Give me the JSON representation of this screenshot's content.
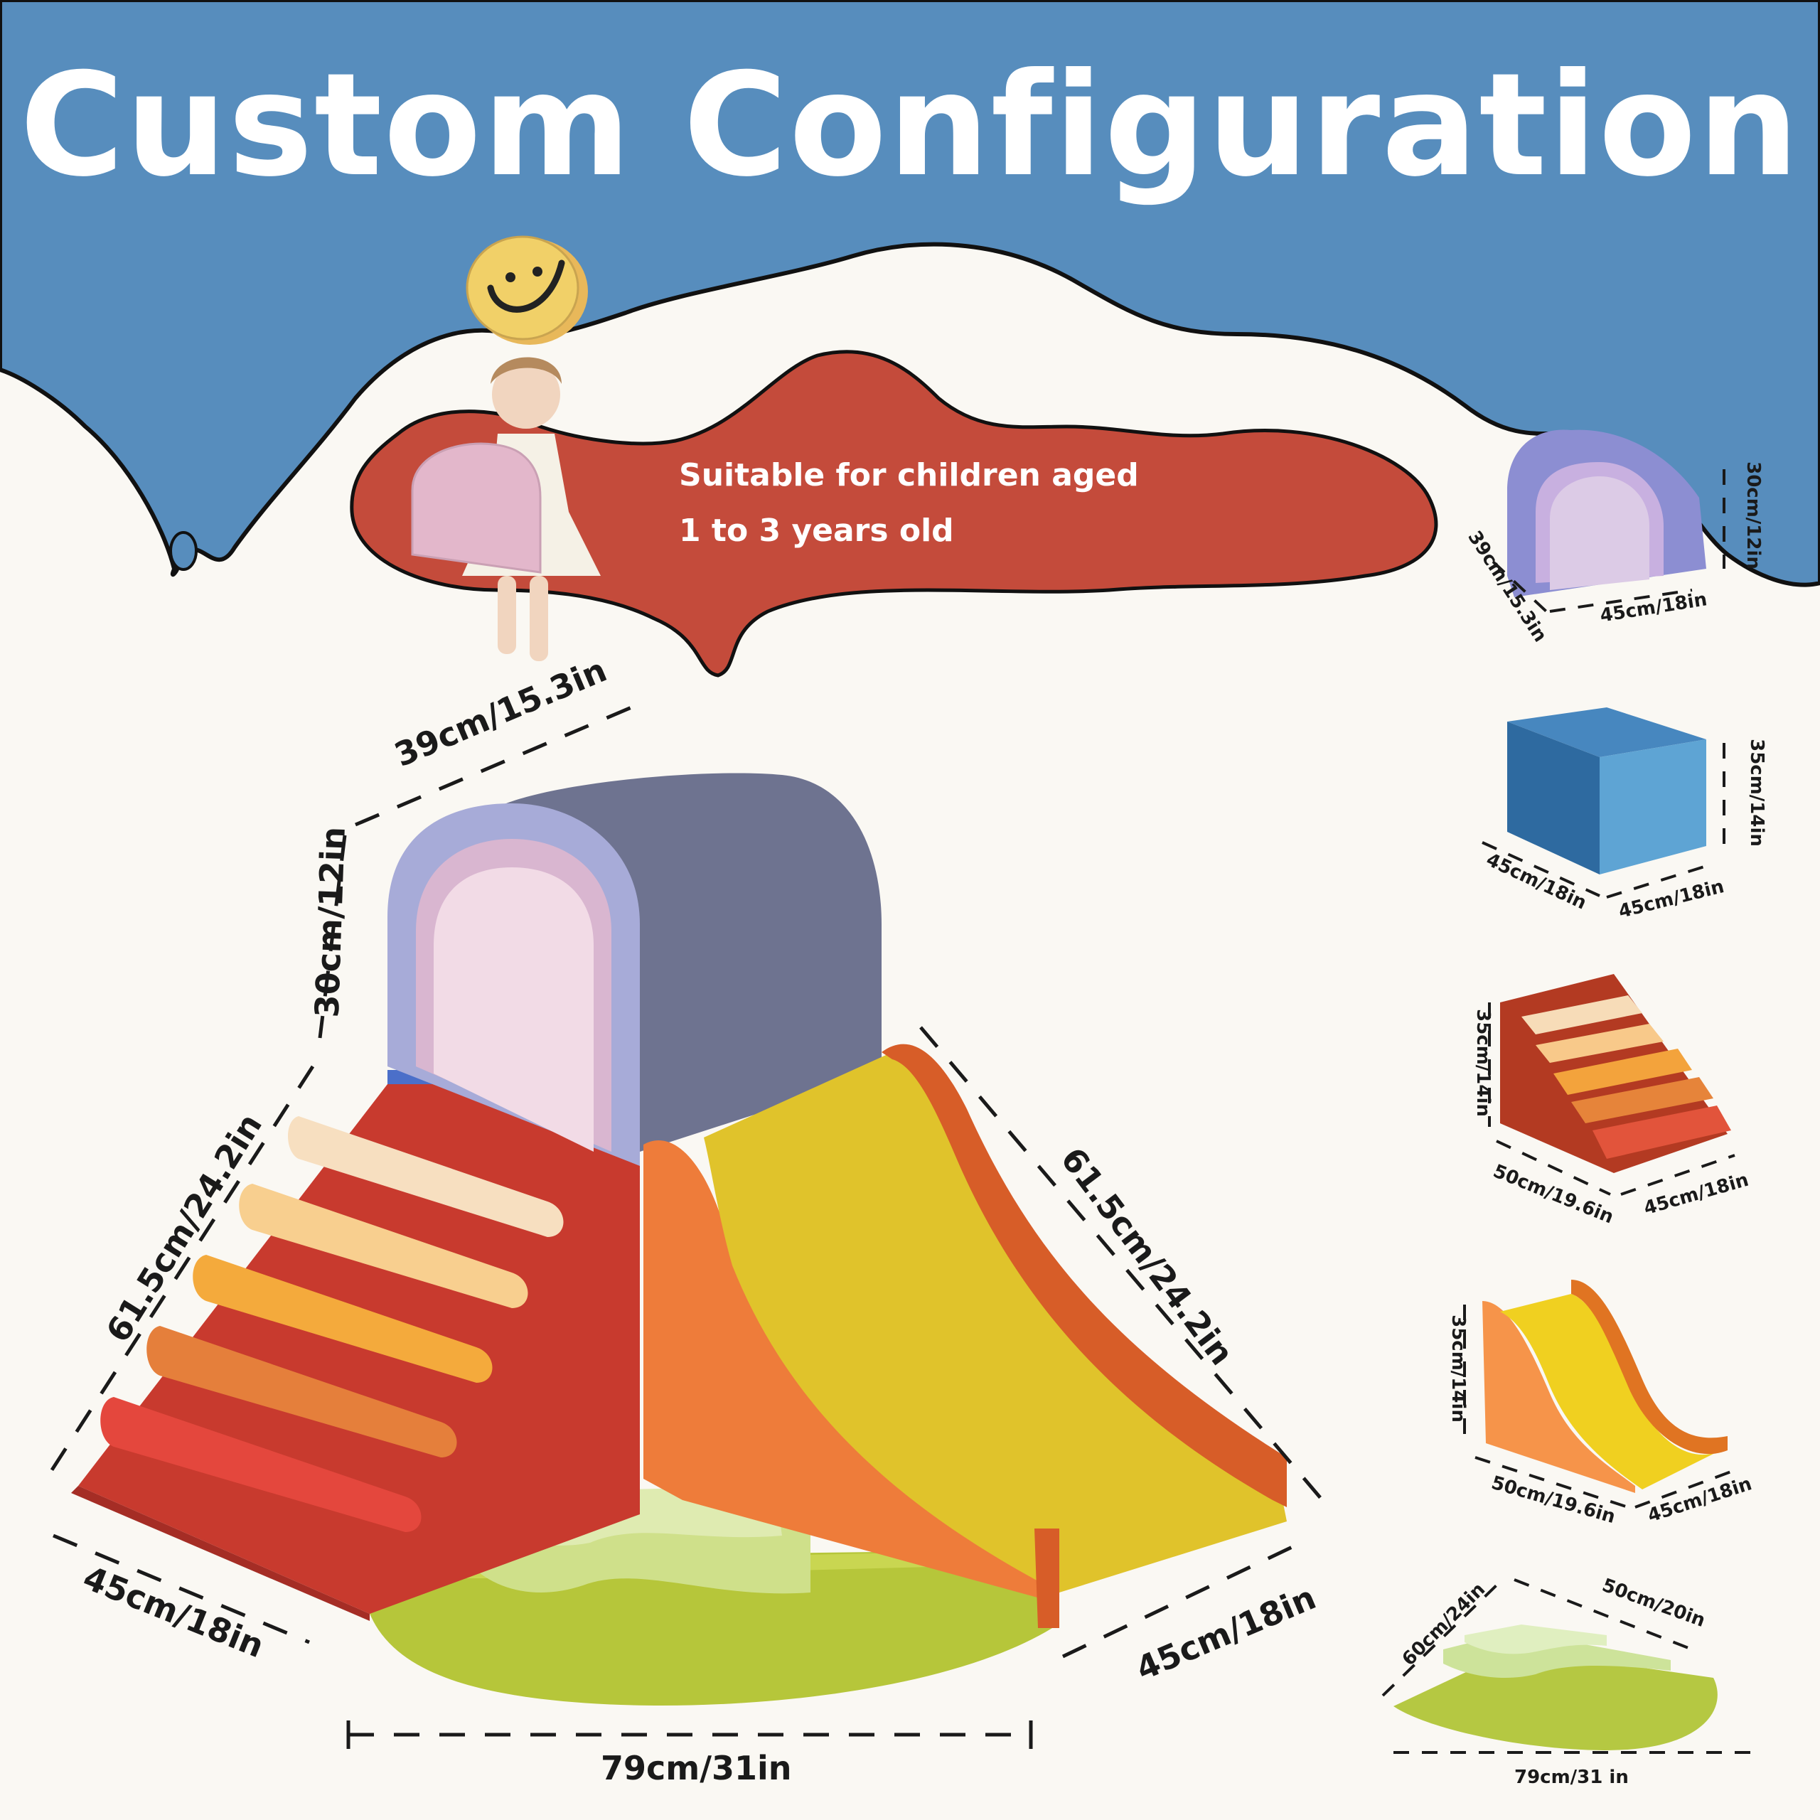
{
  "header": {
    "title": "Custom Configuration",
    "background_color": "#578dbd"
  },
  "age_bubble": {
    "line1": "Suitable for children aged",
    "line2": "1 to 3 years old",
    "color": "#c44b3b"
  },
  "main_assembly": {
    "dimensions": {
      "tunnel_depth": "39cm/15.3in",
      "tunnel_height": "30cm/12in",
      "stairs_length": "61.5cm/24.2in",
      "stairs_width": "45cm/18in",
      "slide_length": "61.5cm/24.2in",
      "slide_width": "45cm/18in",
      "base_width": "79cm/31in"
    }
  },
  "components": [
    {
      "name": "Tunnel Arch",
      "height": "30cm/12in",
      "depth": "39cm/15.3in",
      "width": "45cm/18in"
    },
    {
      "name": "Cube Block",
      "height": "35cm/14in",
      "depth": "45cm/18in",
      "width": "45cm/18in"
    },
    {
      "name": "Stairs",
      "height": "35cm/14in",
      "depth": "50cm/19.6in",
      "width": "45cm/18in"
    },
    {
      "name": "Slide",
      "height": "35cm/14in",
      "depth": "50cm/19.6in",
      "width": "45cm/18in"
    },
    {
      "name": "Corner Platform",
      "side_a": "60cm/24in",
      "side_b": "50cm/20in",
      "width": "79cm/31 in"
    }
  ]
}
